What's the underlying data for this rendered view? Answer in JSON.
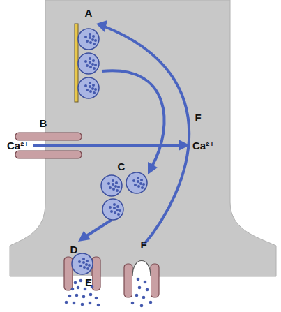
{
  "diagram": {
    "labels": [
      "A",
      "F",
      "B",
      "Ca²⁺",
      "Ca²⁺",
      "C",
      "D",
      "F",
      "E"
    ]
  }
}
